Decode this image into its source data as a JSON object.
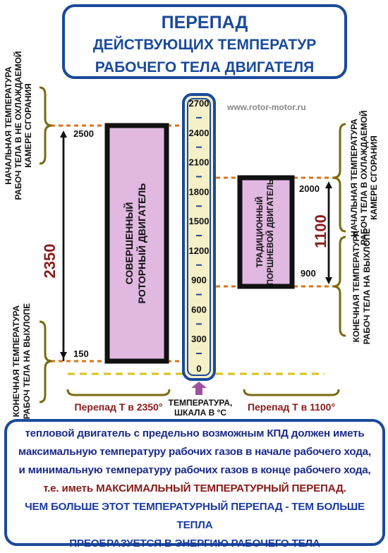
{
  "title": {
    "line1": "ПЕРЕПАД",
    "line2": "ДЕЙСТВУЮЩИХ ТЕМПЕРАТУР",
    "line3": "РАБОЧЕГО ТЕЛА ДВИГАТЕЛЯ"
  },
  "website": "www.rotor-motor.ru",
  "scale": {
    "ticks": [
      "2700",
      "2400",
      "2100",
      "1800",
      "1500",
      "1200",
      "900",
      "600",
      "300",
      "0"
    ],
    "caption_line1": "ТЕМПЕРАТУРА,",
    "caption_line2": "ШКАЛА В °С"
  },
  "rotary": {
    "label_line1": "СОВЕРШЕННЫЙ",
    "label_line2": "РОТОРНЫЙ ДВИГАТЕЛЬ",
    "start_temp": "2500",
    "end_temp": "150",
    "delta_value": "2350",
    "delta_label": "Перепад Т в 2350°",
    "start_note_line1": "НАЧАЛЬНАЯ ТЕМПЕРАТУРА",
    "start_note_line2": "РАБОЧ ТЕЛА В НЕ ОХЛАЖДАЕМОЙ",
    "start_note_line3": "КАМЕРЕ СГОРАНИЯ",
    "end_note_line1": "КОНЕЧНАЯ ТЕМПЕРАТУРА",
    "end_note_line2": "РАБОЧ ТЕЛА  НА ВЫХЛОПЕ"
  },
  "piston": {
    "label_line1": "ТРАДИЦИОННЫЙ",
    "label_line2": "ПОРШНЕВОЙ ДВИГАТЕЛЬ",
    "start_temp": "2000",
    "end_temp": "900",
    "delta_value": "1100",
    "delta_label": "Перепад Т в 1100°",
    "start_note_line1": "НАЧАЛЬНАЯ ТЕМПЕРАТУРА",
    "start_note_line2": "РАБОЧ ТЕЛА В ОХЛАЖДАЕМОЙ",
    "start_note_line3": "КАМЕРЕ  СГОРАНИЯ",
    "end_note_line1": "КОНЕЧНАЯ  ТЕМПЕРАТУРА",
    "end_note_line2": "РАБОЧ ТЕЛА  НА ВЫХЛОПЕ"
  },
  "bottom": {
    "line1": "тепловой двигатель с предельно возможным КПД должен иметь",
    "line2": "максимальную температуру рабочих газов в начале рабочего хода,",
    "line3": "и минимальную температуру рабочих газов в конце рабочего хода,",
    "line4": "т.е. иметь МАКСИМАЛЬНЫЙ ТЕМПЕРАТУРНЫЙ ПЕРЕПАД.",
    "line5": "ЧЕМ  БОЛЬШЕ  ЭТОТ  ТЕМПЕРАТУРНЫЙ  ПЕРЕПАД - ТЕМ БОЛЬШЕ ТЕПЛА",
    "line6": "ПРЕОБРАЗУЕТСЯ  В   ЭНЕРГИЮ  РАБОЧЕГО ТЕЛА"
  },
  "colors": {
    "frame_blue": "#1a4a9a",
    "dark_red": "#8a1a1a",
    "bracket_olive": "#7a6a10",
    "dotted_orange": "#d9751a",
    "dotted_yellow": "#d8c21a",
    "bar_fill": "#e0b8e0",
    "scale_fill": "#f5f0c8"
  }
}
